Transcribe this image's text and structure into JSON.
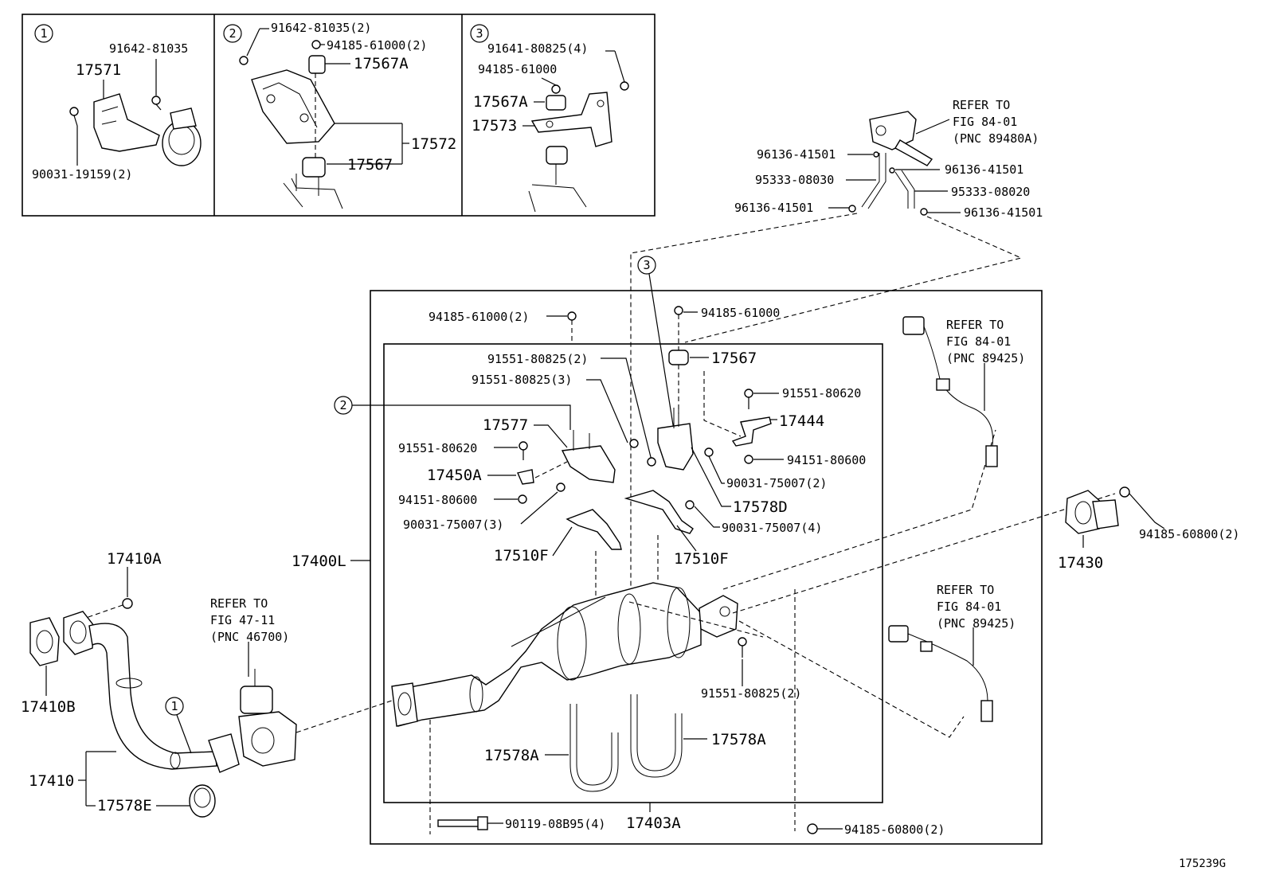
{
  "diagram_ref": "175239G",
  "callouts": [
    "1",
    "2",
    "3"
  ],
  "labels": {
    "l_91642_81035": "91642-81035",
    "l_17571": "17571",
    "l_90031_19159": "90031-19159(2)",
    "l_91642_81035_2": "91642-81035(2)",
    "l_94185_61000_2_top": "94185-61000(2)",
    "l_17567A_a": "17567A",
    "l_17572": "17572",
    "l_17567_a": "17567",
    "l_91641_80825": "91641-80825(4)",
    "l_94185_61000_b": "94185-61000",
    "l_17567A_b": "17567A",
    "l_17573": "17573",
    "refer1_a": "REFER TO",
    "refer1_b": "FIG 84-01",
    "refer1_c": "(PNC 89480A)",
    "l_96136_a": "96136-41501",
    "l_96136_b": "96136-41501",
    "l_95333_08030": "95333-08030",
    "l_95333_08020": "95333-08020",
    "l_96136_c": "96136-41501",
    "l_96136_d": "96136-41501",
    "l_94185_61000_2_mid": "94185-61000(2)",
    "l_94185_61000_mid": "94185-61000",
    "l_17567_b": "17567",
    "l_91551_80825_2": "91551-80825(2)",
    "l_91551_80825_3": "91551-80825(3)",
    "l_17577": "17577",
    "l_91551_80620_a": "91551-80620",
    "l_91551_80620_b": "91551-80620",
    "l_17444": "17444",
    "l_17450A": "17450A",
    "l_94151_80600_a": "94151-80600",
    "l_94151_80600_b": "94151-80600",
    "l_90031_75007_2": "90031-75007(2)",
    "l_90031_75007_3": "90031-75007(3)",
    "l_17578D": "17578D",
    "l_90031_75007_4": "90031-75007(4)",
    "l_17510F_a": "17510F",
    "l_17510F_b": "17510F",
    "refer2_a": "REFER TO",
    "refer2_b": "FIG 84-01",
    "refer2_c": "(PNC 89425)",
    "l_94185_60800_right": "94185-60800(2)",
    "l_17430": "17430",
    "l_17400L": "17400L",
    "l_17410A": "17410A",
    "refer3_a": "REFER TO",
    "refer3_b": "FIG 47-11",
    "refer3_c": "(PNC 46700)",
    "refer4_a": "REFER TO",
    "refer4_b": "FIG 84-01",
    "refer4_c": "(PNC 89425)",
    "l_17410B": "17410B",
    "l_91551_80825_bottom": "91551-80825(2)",
    "l_17578A_left": "17578A",
    "l_17578A_right": "17578A",
    "l_17410": "17410",
    "l_17578E": "17578E",
    "l_90119": "90119-08B95(4)",
    "l_17403A": "17403A",
    "l_94185_60800_bottom": "94185-60800(2)"
  }
}
